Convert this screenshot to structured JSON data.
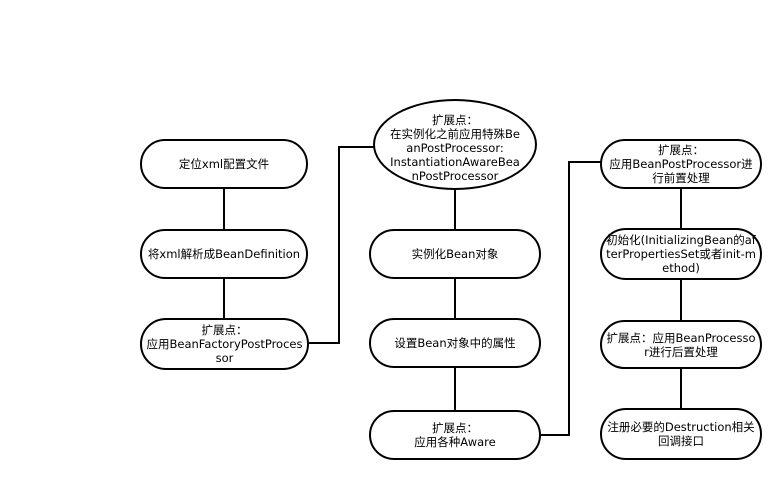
{
  "column1": {
    "n1": "定位xml配置文件",
    "n2": "将xml解析成BeanDefinition",
    "n3_title": "扩展点：",
    "n3_body": "应用BeanFactoryPostProcessor"
  },
  "column2": {
    "e1_title": "扩展点：",
    "e1_line1": "在实例化之前应用特殊BeanPostProcessor:",
    "e1_line2": "InstantiationAwareBeanPostProcessor",
    "n2": "实例化Bean对象",
    "n3": "设置Bean对象中的属性",
    "n4_title": "扩展点：",
    "n4_body": "应用各种Aware"
  },
  "column3": {
    "n1_title": "扩展点：",
    "n1_body": "应用BeanPostProcessor进行前置处理",
    "n2": "初始化(InitializingBean的afterPropertiesSet或者init-method)",
    "n3": "扩展点：应用BeanProcessor进行后置处理",
    "n4": "注册必要的Destruction相关回调接口"
  }
}
